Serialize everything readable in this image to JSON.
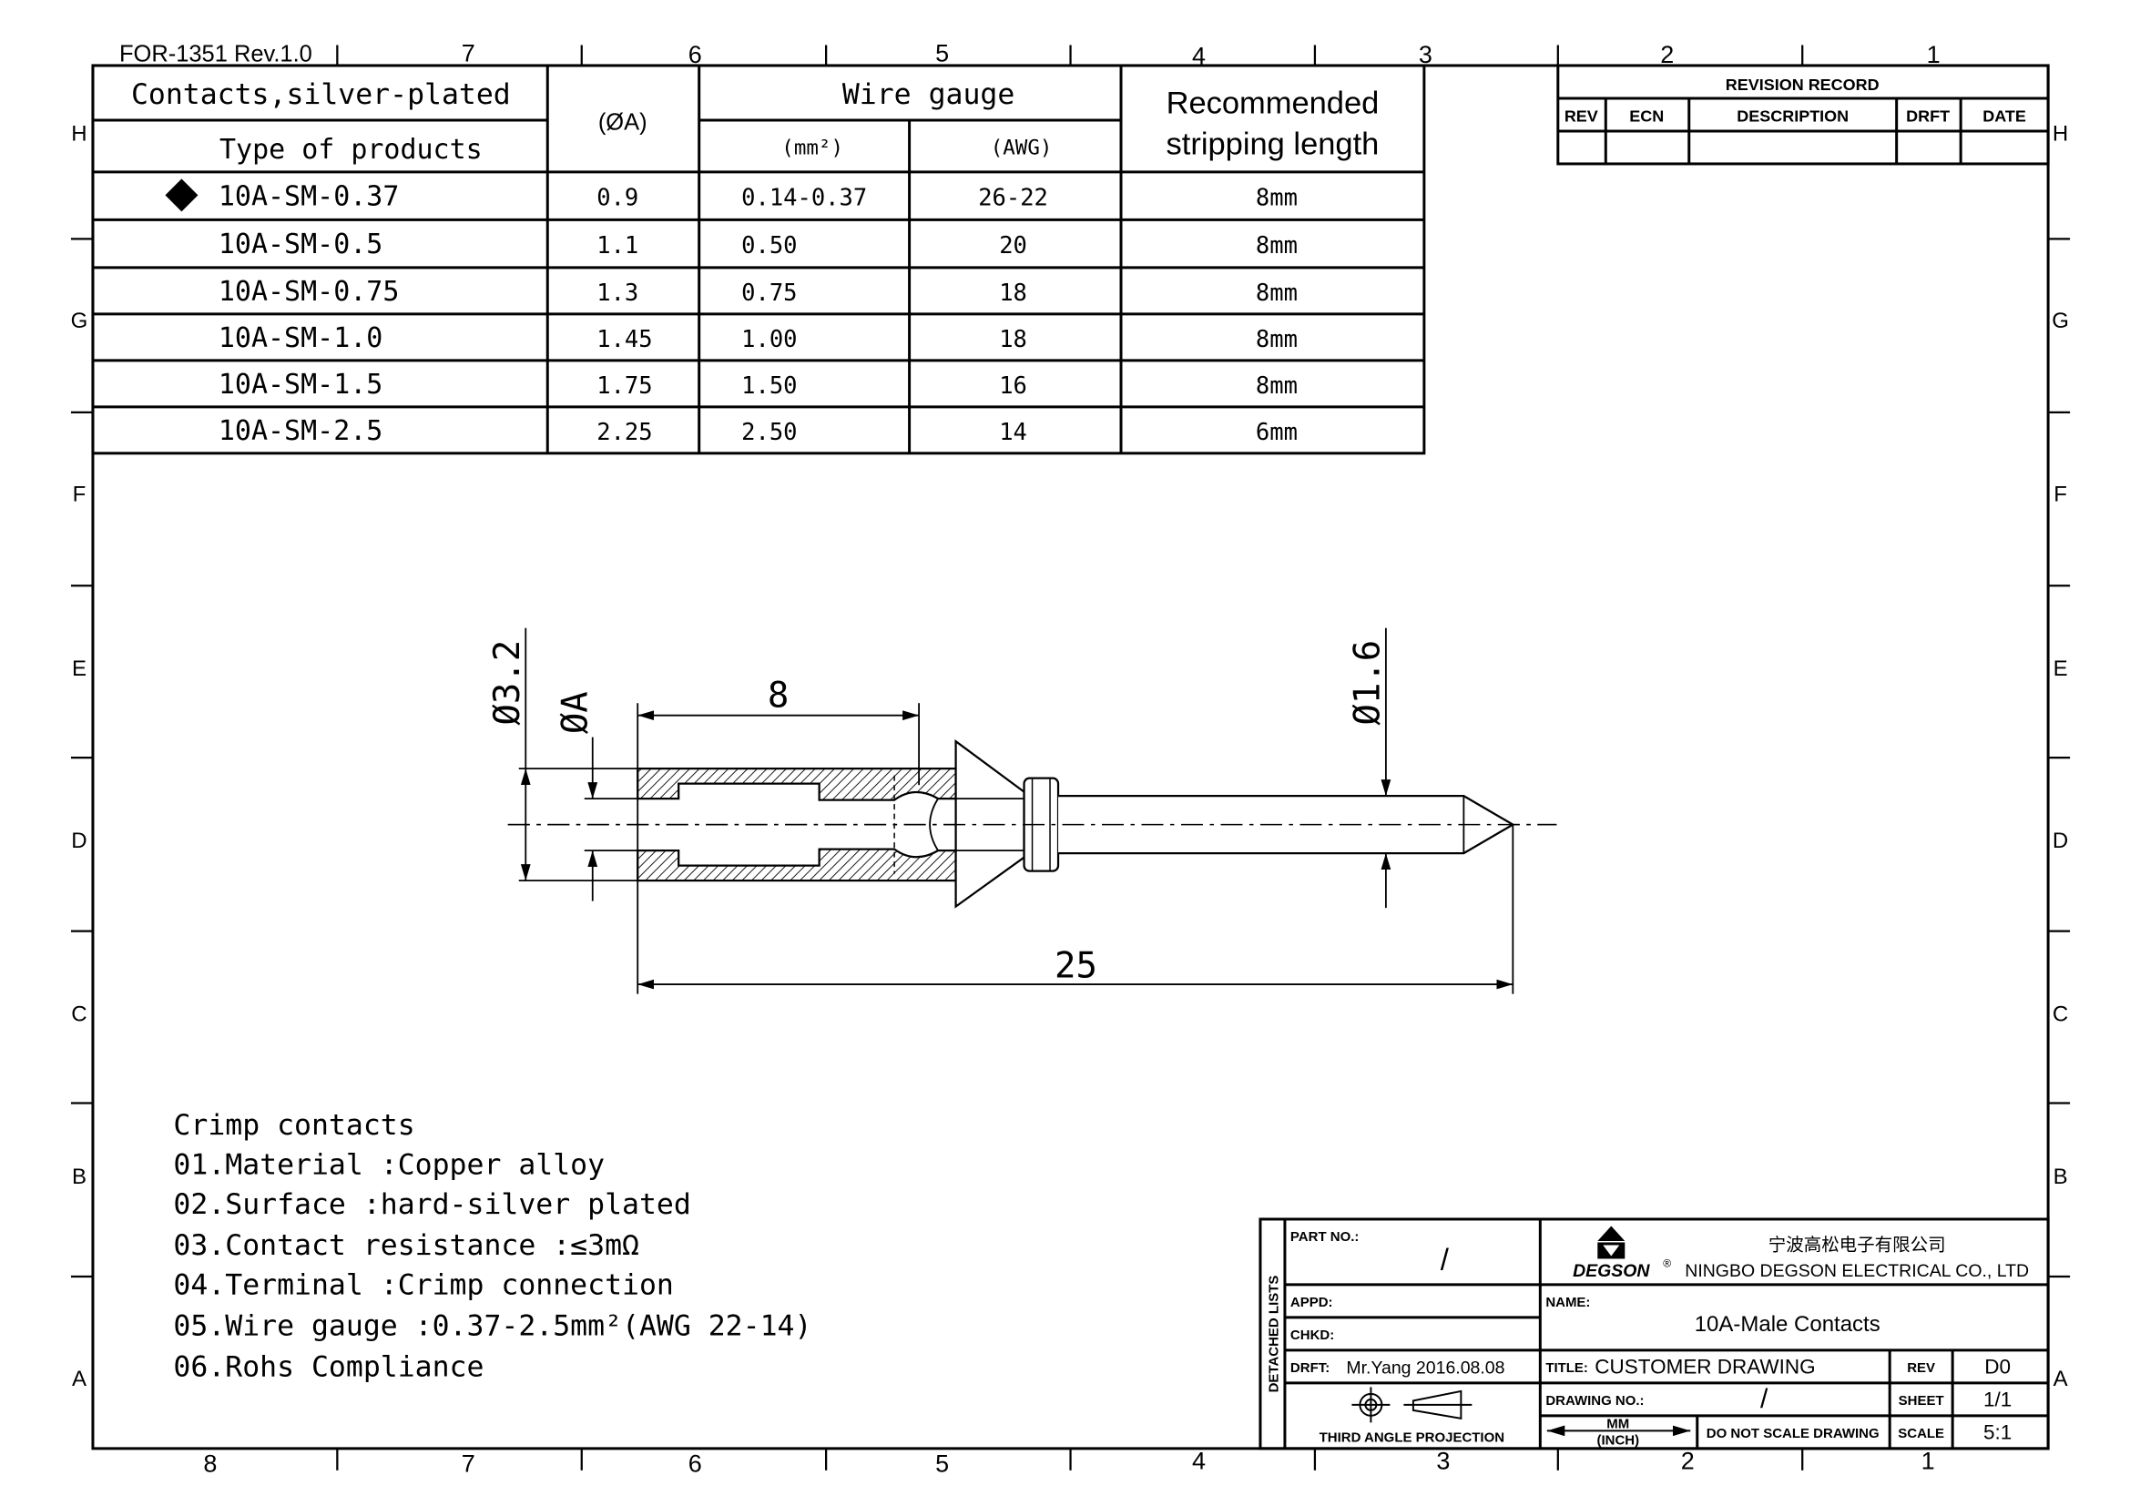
{
  "form_id": "FOR-1351 Rev.1.0",
  "zones": {
    "top_numbers": [
      "7",
      "6",
      "5",
      "4",
      "3",
      "2",
      "1"
    ],
    "bottom_numbers": [
      "8",
      "7",
      "6",
      "5",
      "4",
      "3",
      "2",
      "1"
    ],
    "letters": [
      "H",
      "G",
      "F",
      "E",
      "D",
      "C",
      "B",
      "A"
    ]
  },
  "spec_table": {
    "title": "Contacts,silver-plated",
    "type_header": "Type of products",
    "dia_header": "(ØA)",
    "wire_gauge_header": "Wire gauge",
    "mm2_header": "(mm²)",
    "awg_header": "(AWG)",
    "strip_header_1": "Recommended",
    "strip_header_2": "stripping length",
    "rows": [
      {
        "type": "10A-SM-0.37",
        "dia": "0.9",
        "mm2": "0.14-0.37",
        "awg": "26-22",
        "strip": "8mm",
        "marked": true
      },
      {
        "type": "10A-SM-0.5",
        "dia": "1.1",
        "mm2": "0.50",
        "awg": "20",
        "strip": "8mm"
      },
      {
        "type": "10A-SM-0.75",
        "dia": "1.3",
        "mm2": "0.75",
        "awg": "18",
        "strip": "8mm"
      },
      {
        "type": "10A-SM-1.0",
        "dia": "1.45",
        "mm2": "1.00",
        "awg": "18",
        "strip": "8mm"
      },
      {
        "type": "10A-SM-1.5",
        "dia": "1.75",
        "mm2": "1.50",
        "awg": "16",
        "strip": "8mm"
      },
      {
        "type": "10A-SM-2.5",
        "dia": "2.25",
        "mm2": "2.50",
        "awg": "14",
        "strip": "6mm"
      }
    ]
  },
  "revision_record": {
    "title": "REVISION RECORD",
    "headers": [
      "REV",
      "ECN",
      "DESCRIPTION",
      "DRFT",
      "DATE"
    ]
  },
  "dimensions": {
    "outer_dia": "Ø3.2",
    "inner_dia": "ØA",
    "strip_len": "8",
    "pin_dia": "Ø1.6",
    "total_len": "25"
  },
  "notes": [
    "Crimp contacts",
    "01.Material :Copper alloy",
    "02.Surface :hard-silver plated",
    "03.Contact resistance :≤3mΩ",
    "04.Terminal :Crimp connection",
    "05.Wire gauge :0.37-2.5mm²(AWG 22-14)",
    "06.Rohs Compliance"
  ],
  "title_block": {
    "detached_lists": "DETACHED LISTS",
    "part_no_label": "PART NO.:",
    "part_no": "/",
    "appd_label": "APPD:",
    "chkd_label": "CHKD:",
    "drft_label": "DRFT:",
    "drft_value": "Mr.Yang 2016.08.08",
    "projection": "THIRD ANGLE PROJECTION",
    "logo": "DEGSON",
    "company_cn": "宁波高松电子有限公司",
    "company_en": "NINGBO DEGSON ELECTRICAL CO., LTD",
    "name_label": "NAME:",
    "name": "10A-Male Contacts",
    "title_label": "TITLE:",
    "title": "CUSTOMER DRAWING",
    "rev_label": "REV",
    "rev": "D0",
    "drawing_no_label": "DRAWING NO.:",
    "drawing_no": "/",
    "sheet_label": "SHEET",
    "sheet": "1/1",
    "units_mm": "MM",
    "units_inch": "(INCH)",
    "no_scale": "DO NOT SCALE DRAWING",
    "scale_label": "SCALE",
    "scale": "5:1"
  }
}
